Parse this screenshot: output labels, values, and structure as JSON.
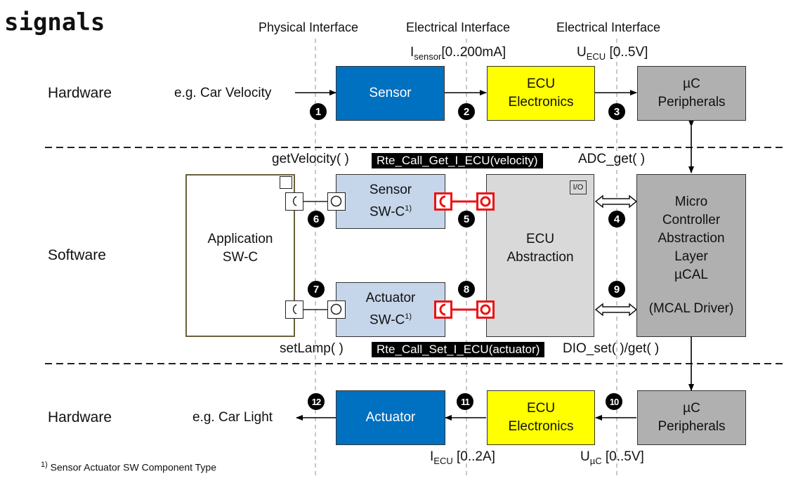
{
  "title": "signals",
  "interfaces": {
    "physical": "Physical Interface",
    "electrical_1": "Electrical Interface",
    "electrical_2": "Electrical Interface"
  },
  "signals": {
    "i_sensor": {
      "main": "I",
      "sub": "sensor",
      "range": "[0..200mA]"
    },
    "u_ecu": {
      "main": "U",
      "sub": "ECU",
      "range": "[0..5V]"
    },
    "i_ecu": {
      "main": "I",
      "sub": "ECU",
      "range": "[0..2A]"
    },
    "u_uc": {
      "main": "U",
      "sub": "µC",
      "range": "[0..5V]"
    }
  },
  "layers": {
    "hardware_top": "Hardware",
    "software": "Software",
    "hardware_bottom": "Hardware"
  },
  "inputs": {
    "car_velocity": "e.g. Car Velocity",
    "car_light": "e.g. Car Light"
  },
  "blocks": {
    "sensor": "Sensor",
    "ecu_electronics_top": [
      "ECU",
      "Electronics"
    ],
    "uc_peripherals_top": [
      "µC",
      "Peripherals"
    ],
    "application_swc": [
      "Application",
      "SW-C"
    ],
    "sensor_swc": [
      "Sensor",
      "SW-C"
    ],
    "actuator_swc": [
      "Actuator",
      "SW-C"
    ],
    "swc_footnote_mark": "1)",
    "ecu_abstraction": [
      "ECU",
      "Abstraction"
    ],
    "io_badge": "I/O",
    "mcal": [
      "Micro",
      "Controller",
      "Abstraction",
      "Layer",
      "µCAL",
      "",
      "(MCAL Driver)"
    ],
    "actuator": "Actuator",
    "ecu_electronics_bottom": [
      "ECU",
      "Electronics"
    ],
    "uc_peripherals_bottom": [
      "µC",
      "Peripherals"
    ]
  },
  "calls": {
    "get_velocity": "getVelocity( )",
    "rte_get": "Rte_Call_Get_I_ECU(velocity)",
    "adc_get": "ADC_get( )",
    "set_lamp": "setLamp( )",
    "rte_set": "Rte_Call_Set_I_ECU(actuator)",
    "dio": "DIO_set( )/get( )"
  },
  "steps": [
    "1",
    "2",
    "3",
    "4",
    "5",
    "6",
    "7",
    "8",
    "9",
    "10",
    "11",
    "12"
  ],
  "footnote": {
    "mark": "1)",
    "text": " Sensor Actuator SW Component Type"
  },
  "colors": {
    "sensor_blue": "#0070c0",
    "ecu_yellow": "#ffff00",
    "uc_grey": "#b0b0b0",
    "abstraction_grey": "#d9d9d9",
    "swc_blue": "#c5d6ea",
    "port_red": "#ee1111"
  }
}
